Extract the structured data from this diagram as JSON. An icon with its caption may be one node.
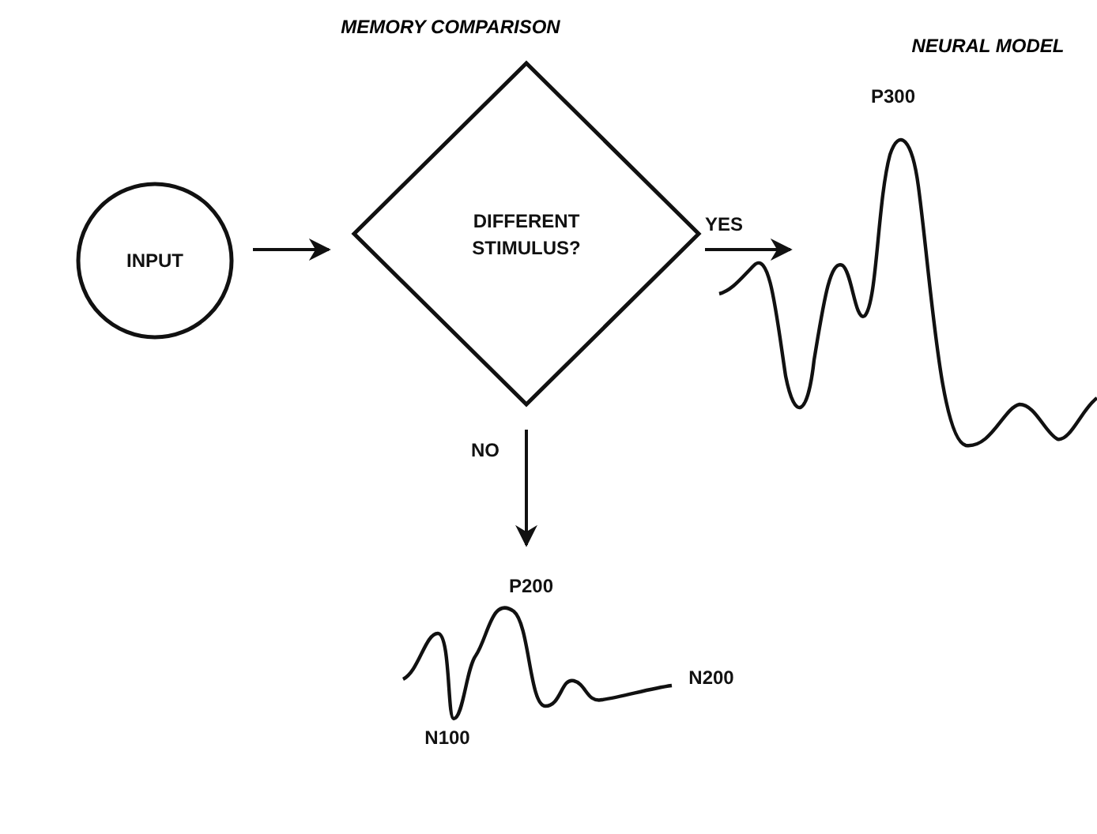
{
  "diagram": {
    "nodes": [
      {
        "text": [
          "INPUT"
        ]
      },
      {
        "text": [
          "DIFFERENT STIMULUS?"
        ]
      },
      {
        "text": [],
        "shape": "picture",
        "beside": [
          "P300"
        ]
      },
      {
        "text": [],
        "shape": "picture",
        "beside": [
          "P200",
          "N100",
          "N200"
        ]
      }
    ],
    "edges": [
      {
        "from": 0,
        "to": 1,
        "arrow": "to"
      },
      {
        "from": 1,
        "to": 2,
        "arrow": "to",
        "label": "YES"
      },
      {
        "from": 1,
        "to": 3,
        "arrow": "to",
        "label": "NO"
      }
    ],
    "labels": [
      "MEMORY COMPARISON",
      "NEURAL MODEL"
    ]
  }
}
